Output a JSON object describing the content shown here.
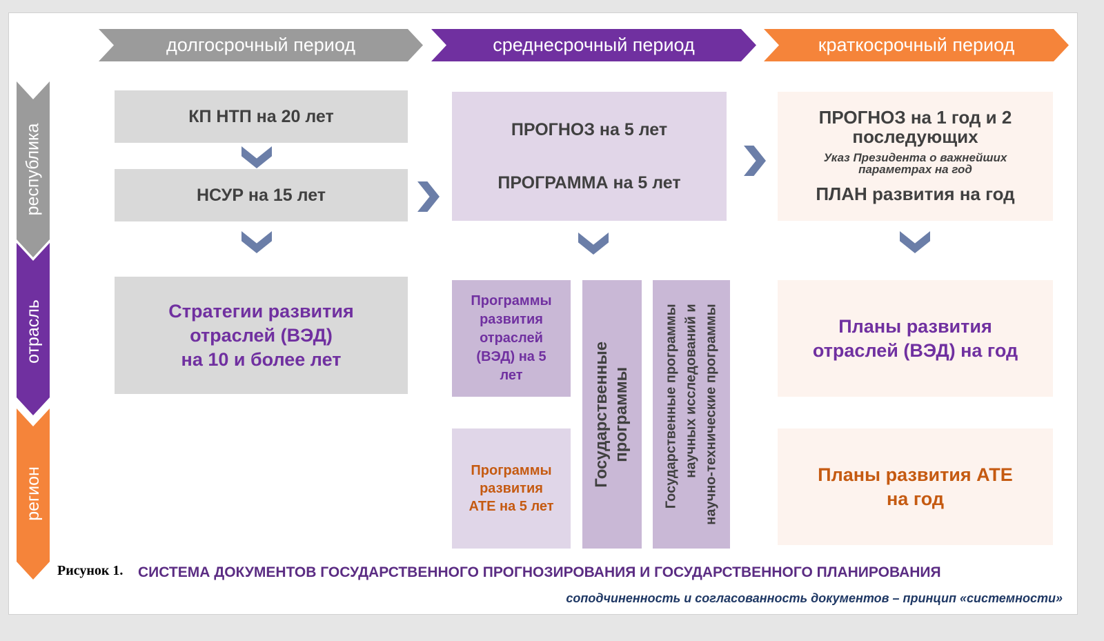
{
  "periods": [
    "долгосрочный период",
    "среднесрочный период",
    "краткосрочный период"
  ],
  "levels": [
    "республика",
    "отрасль",
    "регион"
  ],
  "long_term": {
    "kp_ntp": "КП НТП на 20 лет",
    "nsur": "НСУР на 15 лет",
    "strategies": [
      "Стратегии развития",
      "отраслей (ВЭД)",
      "на 10 и более лет"
    ]
  },
  "mid_term": {
    "forecast": "ПРОГНОЗ на 5 лет",
    "program": "ПРОГРАММА на 5 лет",
    "sector_programs": [
      "Программы",
      "развития",
      "отраслей",
      "(ВЭД) на 5",
      "лет"
    ],
    "ate_programs": [
      "Программы",
      "развития",
      "АТЕ на 5 лет"
    ],
    "state_programs": [
      "Государственные",
      "программы"
    ],
    "sci_programs": [
      "Государственные  программы",
      "научных исследований и",
      "научно-технические программы"
    ]
  },
  "short_term": {
    "forecast": [
      "ПРОГНОЗ на 1 год и 2",
      "последующих"
    ],
    "decree": [
      "Указ Президента о важнейших",
      "параметрах на год"
    ],
    "plan": "ПЛАН развития на год",
    "sector_plans": [
      "Планы развития",
      "отраслей (ВЭД) на год"
    ],
    "ate_plans": [
      "Планы развития АТЕ",
      "на год"
    ]
  },
  "caption": {
    "label": "Рисунок 1.",
    "title": "СИСТЕМА ДОКУМЕНТОВ ГОСУДАРСТВЕННОГО ПРОГНОЗИРОВАНИЯ И ГОСУДАРСТВЕННОГО ПЛАНИРОВАНИЯ",
    "subtitle": "соподчиненность и согласованность документов – принцип «системности»"
  },
  "colors": {
    "gray": "#9b9b9b",
    "purple": "#7030a0",
    "orange": "#f5843a",
    "arrow": "#6b7ea8"
  }
}
